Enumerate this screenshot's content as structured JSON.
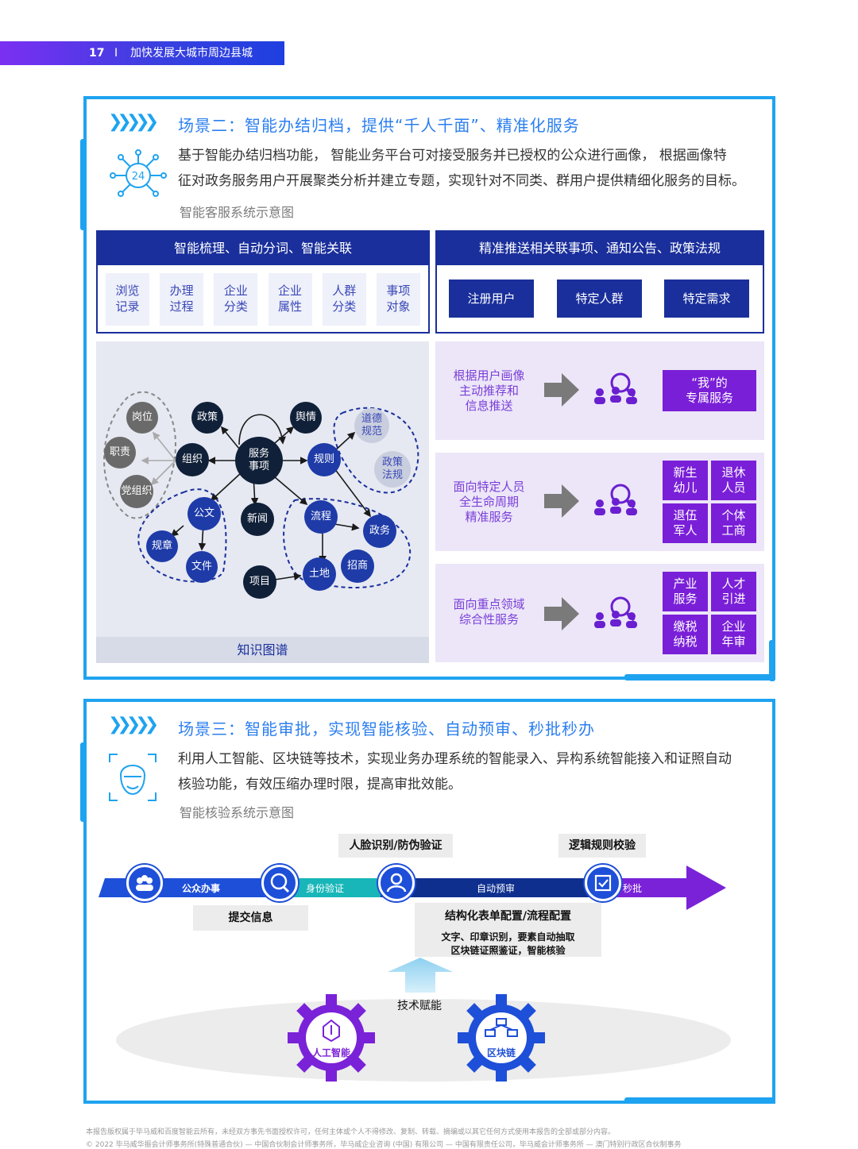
{
  "header": {
    "page_number": "17",
    "separator": "I",
    "title": "加快发展大城市周边县城"
  },
  "scene2": {
    "title": "场景二：智能办结归档，提供“千人千面”、精准化服务",
    "icon_label": "24",
    "text_line1": "基于智能办结归档功能， 智能业务平台可对接受服务并已授权的公众进行画像， 根据画像特",
    "text_line2": "征对政务服务用户开展聚类分析并建立专题，实现针对不同类、群用户提供精细化服务的目标。",
    "caption": "智能客服系统示意图",
    "left_header": "智能梳理、自动分词、智能关联",
    "tags": [
      {
        "l1": "浏览",
        "l2": "记录"
      },
      {
        "l1": "办理",
        "l2": "过程"
      },
      {
        "l1": "企业",
        "l2": "分类"
      },
      {
        "l1": "企业",
        "l2": "属性"
      },
      {
        "l1": "人群",
        "l2": "分类"
      },
      {
        "l1": "事项",
        "l2": "对象"
      }
    ],
    "right_header": "精准推送相关联事项、通知公告、政策法规",
    "buttons": [
      "注册用户",
      "特定人群",
      "特定需求"
    ],
    "kg": {
      "label": "知识图谱",
      "nodes": {
        "gangwei": "岗位",
        "zhize": "职责",
        "dangzuzhi": "党组织",
        "zuzhi": "组织",
        "zhengce": "政策",
        "fuwu_l1": "服务",
        "fuwu_l2": "事项",
        "yuqing": "舆情",
        "guize": "规则",
        "daode_l1": "道德",
        "daode_l2": "规范",
        "fagui_l1": "政策",
        "fagui_l2": "法规",
        "gongwen": "公文",
        "guizhang": "规章",
        "wenjian": "文件",
        "xinwen": "新闻",
        "liucheng": "流程",
        "zhengwu": "政务",
        "xiangmu": "项目",
        "tudi": "土地",
        "zhaoshang": "招商"
      }
    },
    "rows": [
      {
        "text_l1": "根据用户画像",
        "text_l2": "主动推荐和",
        "text_l3": "信息推送",
        "box_l1": "“我”的",
        "box_l2": "专属服务"
      },
      {
        "text_l1": "面向特定人员",
        "text_l2": "全生命周期",
        "text_l3": "精准服务",
        "cells": [
          {
            "l1": "新生",
            "l2": "幼儿"
          },
          {
            "l1": "退休",
            "l2": "人员"
          },
          {
            "l1": "退伍",
            "l2": "军人"
          },
          {
            "l1": "个体",
            "l2": "工商"
          }
        ]
      },
      {
        "text_l1": "面向重点领域",
        "text_l2": "综合性服务",
        "text_l3": "",
        "cells": [
          {
            "l1": "产业",
            "l2": "服务"
          },
          {
            "l1": "人才",
            "l2": "引进"
          },
          {
            "l1": "缴税",
            "l2": "纳税"
          },
          {
            "l1": "企业",
            "l2": "年审"
          }
        ]
      }
    ]
  },
  "scene3": {
    "title": "场景三：智能审批，实现智能核验、自动预审、秒批秒办",
    "text_line1": "利用人工智能、区块链等技术，实现业务办理系统的智能录入、异构系统智能接入和证照自动",
    "text_line2": "核验功能，有效压缩办理时限，提高审批效能。",
    "caption": "智能核验系统示意图",
    "flow": {
      "face": "人脸识别/防伪验证",
      "logic": "逻辑规则校验",
      "seg1": "公众办事",
      "seg2": "身份验证",
      "seg3": "自动预审",
      "seg4": "秒批",
      "submit": "提交信息",
      "struct": "结构化表单配置/流程配置",
      "ocr_l1": "文字、印章识别，要素自动抽取",
      "ocr_l2": "区块链证照鉴证，智能核验",
      "tech": "技术赋能",
      "gear_ai": "人工智能",
      "gear_bc": "区块链"
    },
    "colors": {
      "purple": "#7a22d8",
      "blue": "#1e4fd8",
      "teal": "#18b6b8",
      "navy": "#0f2f8f"
    }
  },
  "footer": {
    "line1": "本报告版权属于毕马威和百度智能云所有，未经双方事先书面授权许可，任何主体或个人不得修改、复制、转载、摘编或以其它任何方式使用本报告的全部或部分内容。",
    "line2": "© 2022 毕马威华振会计师事务所(特殊普通合伙) — 中国合伙制会计师事务所，毕马威企业咨询 (中国) 有限公司 — 中国有限责任公司，毕马威会计师事务所 — 澳门特别行政区合伙制事务"
  }
}
